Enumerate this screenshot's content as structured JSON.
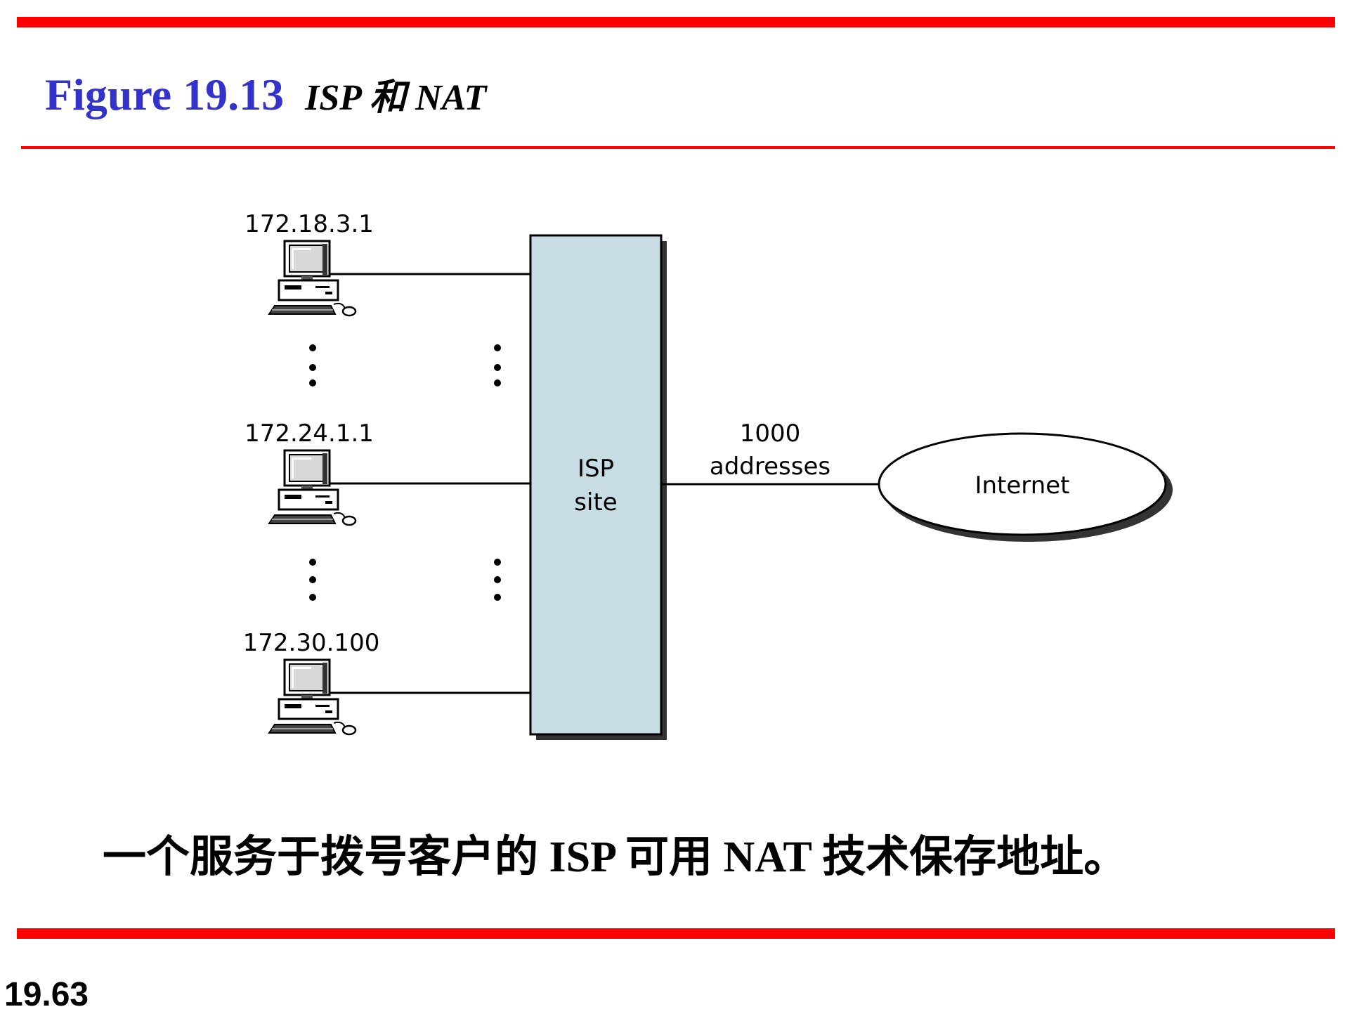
{
  "header": {
    "figure_label": "Figure 19.13",
    "figure_caption": "ISP 和  NAT"
  },
  "diagram": {
    "hosts": [
      {
        "address": "172.18.3.1"
      },
      {
        "address": "172.24.1.1"
      },
      {
        "address": "172.30.100"
      }
    ],
    "isp_box": {
      "line1": "ISP",
      "line2": "site"
    },
    "link": {
      "line1": "1000",
      "line2": "addresses"
    },
    "cloud": {
      "label": "Internet"
    },
    "colors": {
      "isp_fill": "#c8dce3",
      "rule": "#ff0000",
      "title": "#3333cc"
    }
  },
  "body": {
    "caption": "一个服务于拨号客户的 ISP 可用 NAT 技术保存地址。"
  },
  "footer": {
    "page_number": "19.63"
  }
}
